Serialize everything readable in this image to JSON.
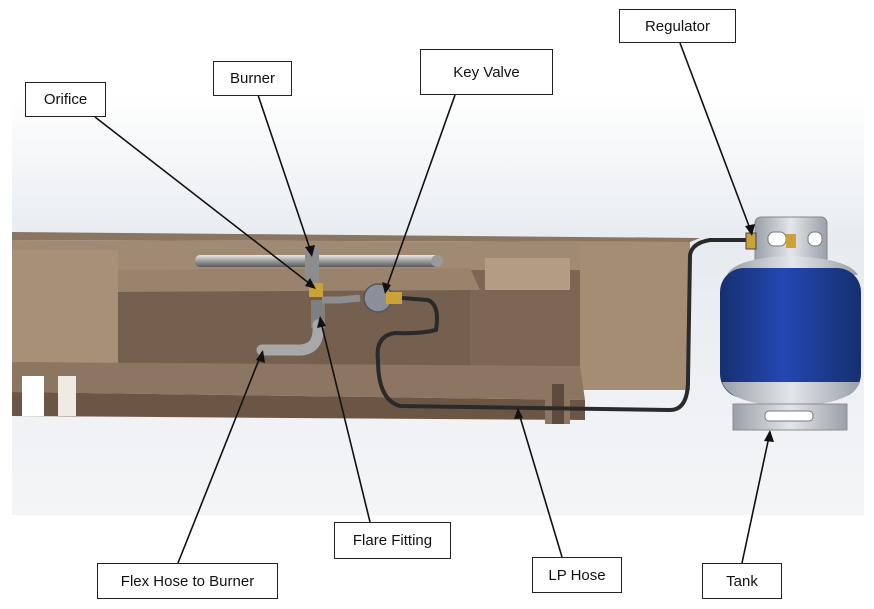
{
  "labels": {
    "regulator": "Regulator",
    "burner": "Burner",
    "key_valve": "Key Valve",
    "orifice": "Orifice",
    "flare_fitting": "Flare Fitting",
    "flex_hose": "Flex Hose to Burner",
    "lp_hose": "LP Hose",
    "tank": "Tank"
  },
  "colors": {
    "sky_top": "#dfe5ec",
    "pit_top": "#a28c73",
    "pit_side": "#7a6450",
    "pit_inner": "#8a7260",
    "tank_body": "#1f3f9c",
    "tank_metal": "#c8ccd2",
    "hose": "#2a2a2a",
    "leader": "#111111"
  }
}
